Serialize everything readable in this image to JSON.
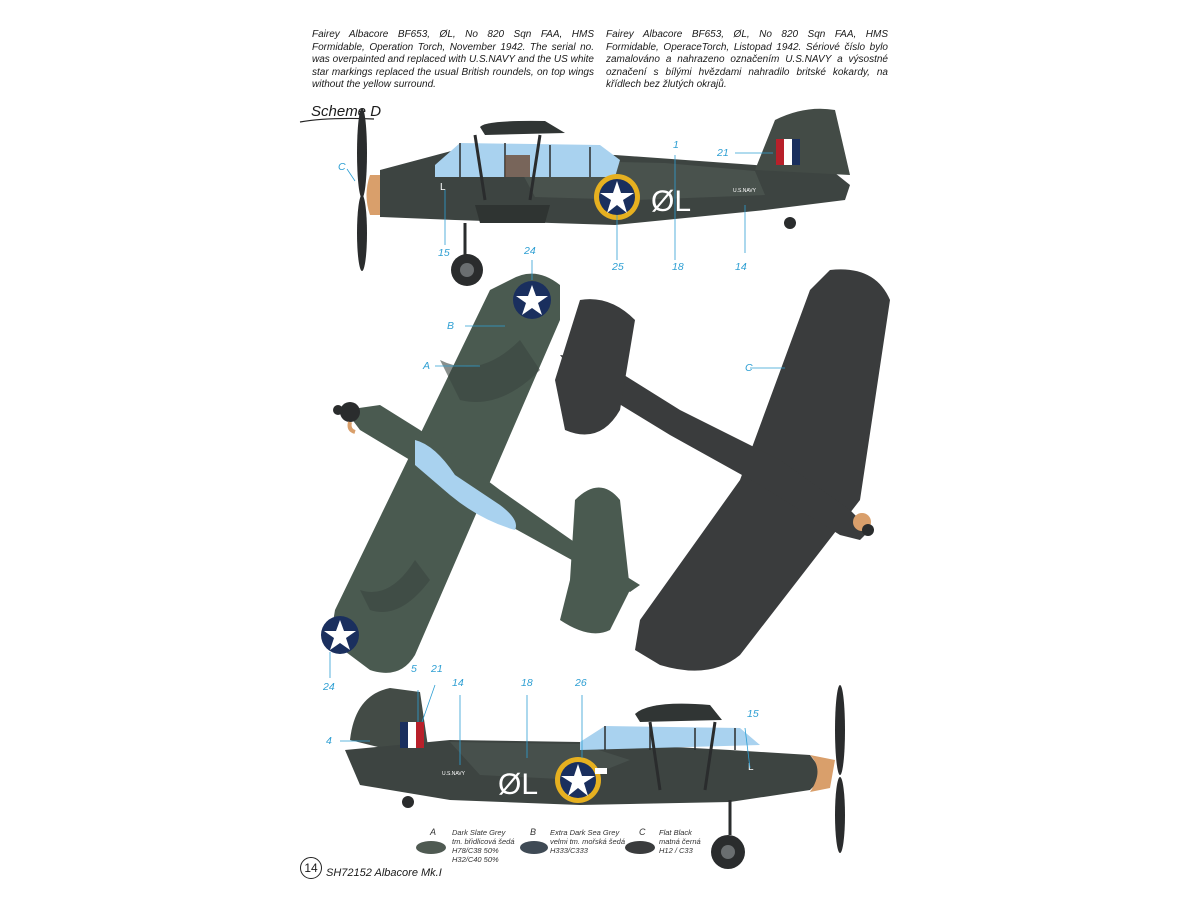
{
  "captions": {
    "english": "Fairey Albacore BF653, ØL, No 820 Sqn FAA, HMS Formidable, Operation Torch, November 1942. The serial no. was overpainted and replaced with U.S.NAVY and the US white star markings replaced the usual British roundels, on top wings without the yellow surround.",
    "czech": "Fairey Albacore BF653, ØL, No 820 Sqn FAA, HMS Formidable, OperaceTorch, Listopad 1942. Sériové číslo bylo zamalováno a nahrazeno označením U.S.NAVY a výsostné označení s bílými hvězdami nahradilo britské kokardy, na křídlech bez žlutých okrajů."
  },
  "scheme_title": "Scheme D",
  "aircraft_markings": {
    "code": "ØL",
    "navy_text": "U.S.NAVY",
    "navy_text_small": "U.S.NAVY"
  },
  "callouts": {
    "top_view": [
      "C",
      "1",
      "21",
      "15",
      "25",
      "18",
      "14"
    ],
    "plan_views": [
      "24",
      "B",
      "A",
      "C",
      "24"
    ],
    "bottom_view": [
      "5",
      "21",
      "14",
      "18",
      "26",
      "15",
      "4"
    ]
  },
  "colors": {
    "dark_slate_grey": "#4f5a52",
    "extra_dark_sea_grey": "#3f4a55",
    "flat_black": "#3a3c3d",
    "star_blue": "#1a2f5e",
    "yellow": "#e6b020",
    "fin_red": "#b8202a",
    "canopy_blue": "#a9d2ef",
    "spinner": "#d99f6b",
    "callout_blue": "#2e9fd3"
  },
  "swatches": [
    {
      "letter": "A",
      "label1": "Dark Slate Grey",
      "label2": "tm. břidlicová šedá",
      "label3": "H78/C38 50%",
      "label4": "H32/C40 50%",
      "color": "#4f5a52"
    },
    {
      "letter": "B",
      "label1": "Extra Dark Sea Grey",
      "label2": "velmi tm. mořská šedá",
      "label3": "H333/C333",
      "label4": "",
      "color": "#3f4a55"
    },
    {
      "letter": "C",
      "label1": "Flat Black",
      "label2": "matná černá",
      "label3": "H12 / C33",
      "label4": "",
      "color": "#3a3c3d"
    }
  ],
  "footer": {
    "page_number": "14",
    "title": "SH72152 Albacore Mk.I"
  }
}
